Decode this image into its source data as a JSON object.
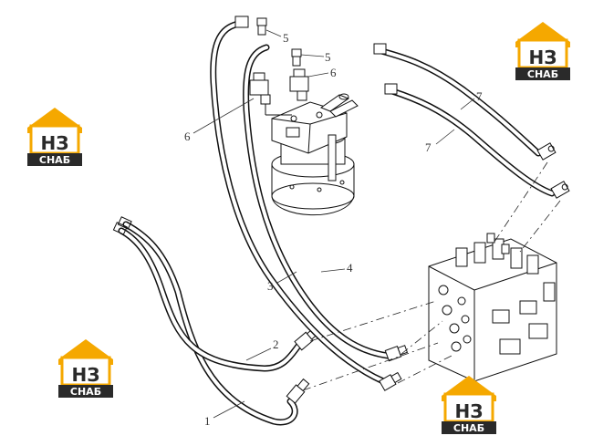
{
  "callouts": [
    {
      "id": "c1",
      "text": "1"
    },
    {
      "id": "c2",
      "text": "2"
    },
    {
      "id": "c3",
      "text": "3"
    },
    {
      "id": "c4",
      "text": "4"
    },
    {
      "id": "c5a",
      "text": "5"
    },
    {
      "id": "c5b",
      "text": "5"
    },
    {
      "id": "c6a",
      "text": "6"
    },
    {
      "id": "c6b",
      "text": "6"
    },
    {
      "id": "c7a",
      "text": "7"
    },
    {
      "id": "c7b",
      "text": "7"
    }
  ],
  "logo": {
    "mark": "НЗ",
    "word": "СНАБ",
    "colors": {
      "roof": "#f5a800",
      "dark": "#2a2a2a",
      "text": "#ffffff"
    }
  }
}
